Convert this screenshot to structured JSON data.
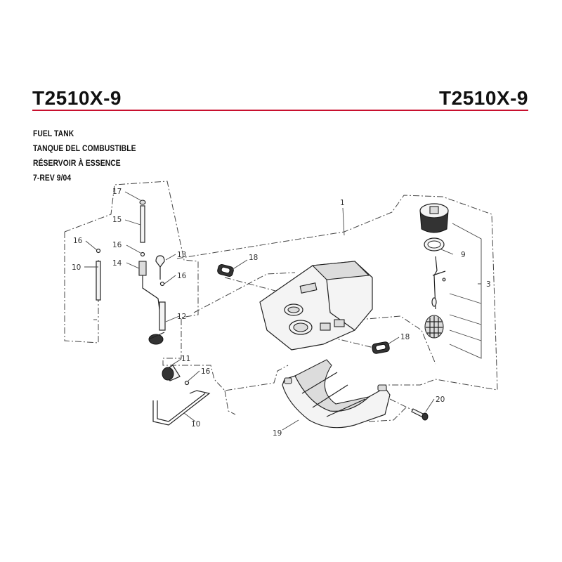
{
  "header": {
    "model_left": "T2510X-9",
    "model_right": "T2510X-9",
    "rule_color": "#c8102e"
  },
  "titles": {
    "en": "FUEL TANK",
    "es": "TANQUE DEL COMBUSTIBLE",
    "fr": "RÉSERVOIR À ESSENCE",
    "rev": "7-REV 9/04"
  },
  "callouts": {
    "c1": "1",
    "c3": "3",
    "c9": "9",
    "c10a": "10",
    "c10b": "10",
    "c11": "11",
    "c12": "12",
    "c13": "13",
    "c14": "14",
    "c15": "15",
    "c16a": "16",
    "c16b": "16",
    "c16c": "16",
    "c16d": "16",
    "c17": "17",
    "c18a": "18",
    "c18b": "18",
    "c19": "19",
    "c20": "20"
  }
}
